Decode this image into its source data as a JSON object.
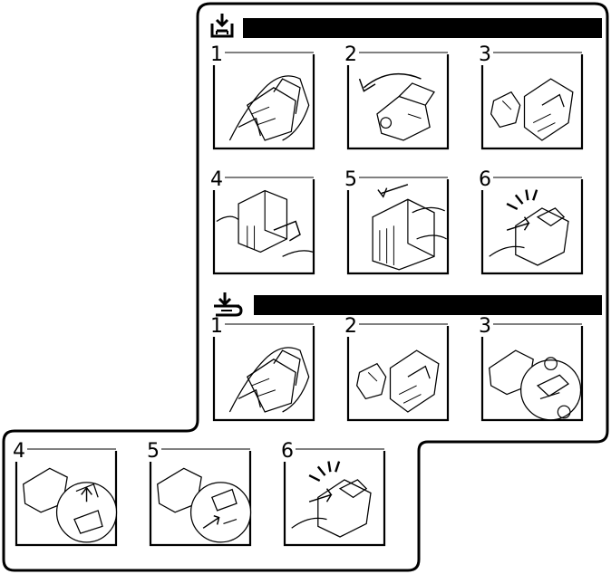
{
  "section_top": {
    "icon": "tray-staple-icon",
    "steps": [
      {
        "number": "1",
        "figure": "hand-pulling-cartridge-icon"
      },
      {
        "number": "2",
        "figure": "hand-rotating-unit-icon"
      },
      {
        "number": "3",
        "figure": "cartridge-removed-icon"
      },
      {
        "number": "4",
        "figure": "hands-opening-cartridge-icon"
      },
      {
        "number": "5",
        "figure": "hands-inserting-refill-icon"
      },
      {
        "number": "6",
        "figure": "cartridge-click-in-icon"
      }
    ]
  },
  "section_bottom": {
    "icon": "saddle-staple-icon",
    "steps": [
      {
        "number": "1",
        "figure": "hand-pulling-cartridge-icon"
      },
      {
        "number": "2",
        "figure": "cartridge-removed-icon"
      },
      {
        "number": "3",
        "figure": "cartridge-detail-zoom-icon"
      },
      {
        "number": "4",
        "figure": "refill-remove-zoom-icon"
      },
      {
        "number": "5",
        "figure": "refill-insert-zoom-icon"
      },
      {
        "number": "6",
        "figure": "cartridge-click-in-icon"
      }
    ]
  }
}
